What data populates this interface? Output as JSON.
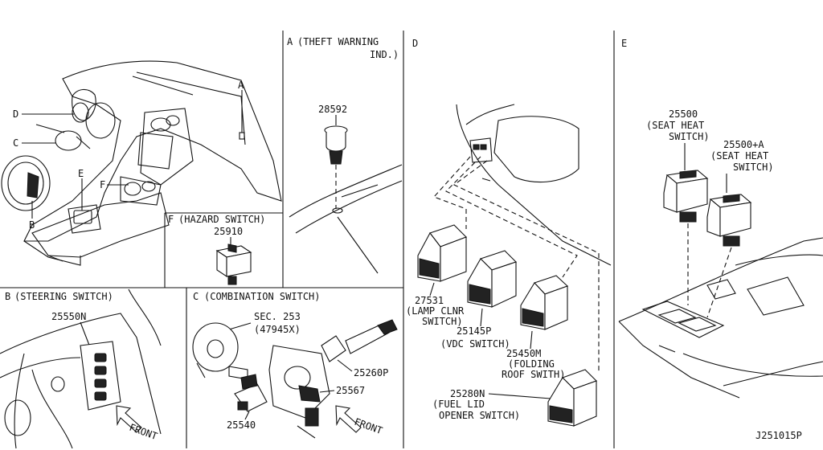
{
  "sections": {
    "A": {
      "letter": "A",
      "title": "(THEFT WARNING",
      "title2": "IND.)"
    },
    "B": {
      "letter": "B",
      "title": "(STEERING SWITCH)"
    },
    "C": {
      "letter": "C",
      "title": "(COMBINATION SWITCH)"
    },
    "D": {
      "letter": "D"
    },
    "E": {
      "letter": "E"
    },
    "F": {
      "letter": "F",
      "title": "(HAZARD SWITCH)"
    }
  },
  "overview_callouts": {
    "A": "A",
    "B": "B",
    "C": "C",
    "D": "D",
    "E": "E",
    "F": "F"
  },
  "parts": {
    "p28592": "28592",
    "p25910": "25910",
    "p25550N": "25550N",
    "sec_line1": "SEC. 253",
    "sec_line2": "(47945X)",
    "p25260P": "25260P",
    "p25567": "25567",
    "p25540": "25540",
    "p27531": "27531",
    "p27531_l1": "(LAMP CLNR",
    "p27531_l2": "SWITCH)",
    "p25145P": "25145P",
    "p25145P_l1": "(VDC SWITCH)",
    "p25450M": "25450M",
    "p25450M_l1": "(FOLDING",
    "p25450M_l2": "ROOF SWITH)",
    "p25280N": "25280N",
    "p25280N_l1": "(FUEL LID",
    "p25280N_l2": "OPENER SWITCH)",
    "p25500": "25500",
    "p25500_l1": "(SEAT HEAT",
    "p25500_l2": "SWITCH)",
    "p25500A": "25500+A",
    "p25500A_l1": "(SEAT HEAT",
    "p25500A_l2": "SWITCH)"
  },
  "front_label": "FRONT",
  "diagram_code": "J251015P"
}
